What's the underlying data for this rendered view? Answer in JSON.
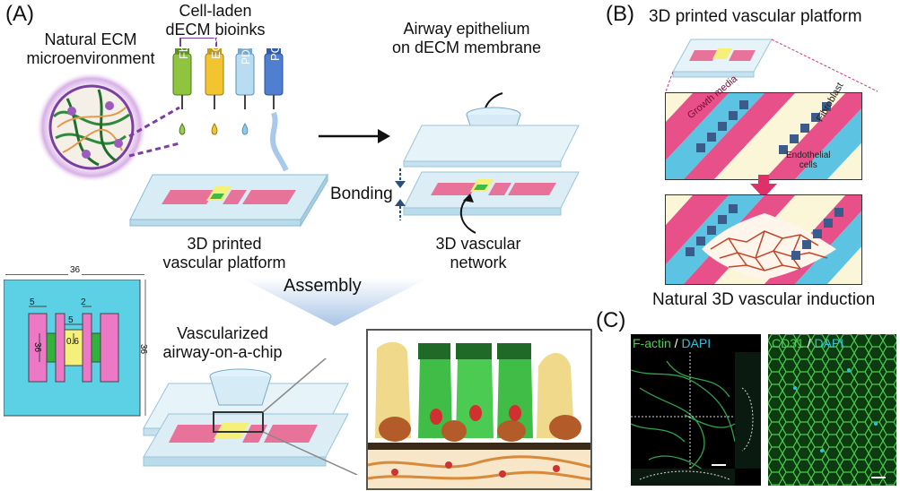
{
  "panels": {
    "a": {
      "letter": "(A)",
      "ecm_title_l1": "Natural ECM",
      "ecm_title_l2": "microenvironment",
      "bioink_title_l1": "Cell-laden",
      "bioink_title_l2": "dECM bioinks",
      "syringes": [
        "Fbs",
        "ECs",
        "PDMS",
        "PCL"
      ],
      "platform_label_l1": "3D printed",
      "platform_label_l2": "vascular platform",
      "epithelium_l1": "Airway epithelium",
      "epithelium_l2": "on dECM membrane",
      "bonding": "Bonding",
      "network_l1": "3D vascular",
      "network_l2": "network",
      "assembly": "Assembly",
      "chip_l1": "Vascularized",
      "chip_l2": "airway-on-a-chip",
      "dims": {
        "width_top": "36",
        "height_right": "36",
        "channel_w": "5",
        "gap_w": "2",
        "center_w": "5",
        "inner_h": "36",
        "center_h": "0.6"
      }
    },
    "b": {
      "letter": "(B)",
      "title": "3D printed vascular platform",
      "growth_media": "Growth media",
      "fibroblast": "Fibroblast",
      "endothelial_l1": "Endothelial",
      "endothelial_l2": "cells",
      "caption": "Natural 3D vascular induction"
    },
    "c": {
      "letter": "(C)",
      "left_stain_a": "F-actin",
      "left_stain_sep": " / ",
      "left_stain_b": "DAPI",
      "right_stain_a": "CD31",
      "right_stain_sep": " / ",
      "right_stain_b": "DAPI"
    }
  },
  "colors": {
    "pink": "#e8739a",
    "blue_channel": "#5bc0e0",
    "yellow": "#f5f07a",
    "green": "#3fb94a",
    "cyan_stain": "#29c3e0",
    "green_stain": "#46d04a"
  }
}
